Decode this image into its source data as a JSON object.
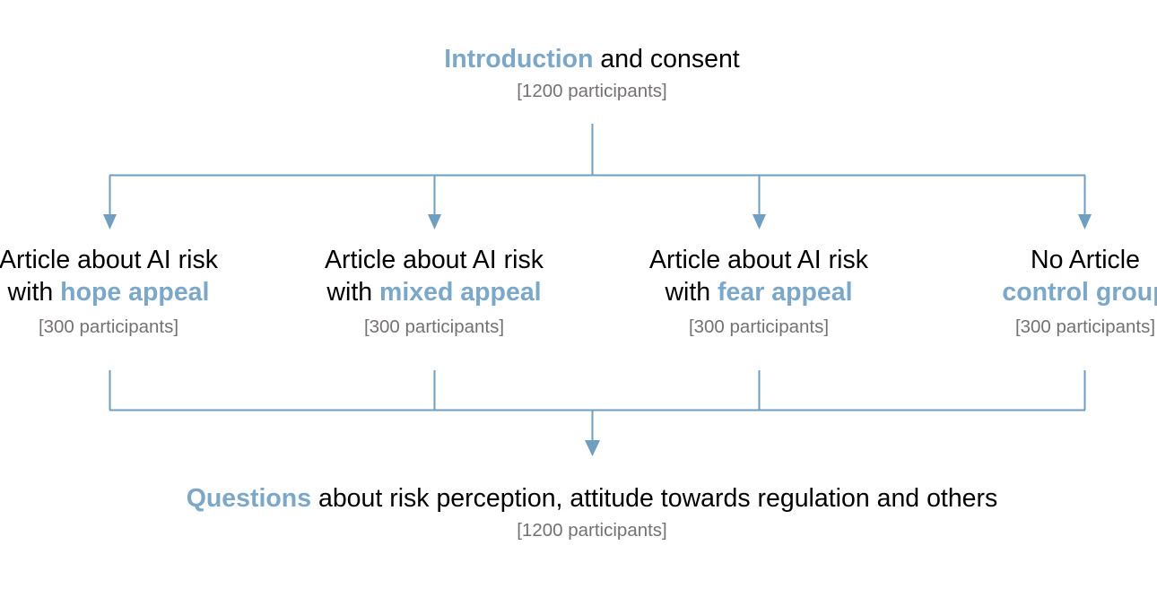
{
  "diagram": {
    "title": "Study flow: AI risk article appeal experiment",
    "accent_color": "#7BA7C8",
    "connector_color": "#6E9EC0",
    "body_color": "#000000",
    "sublabel_color": "#767171",
    "background_color": "#FFFFFF"
  },
  "intro": {
    "accent_text": "Introduction",
    "rest_text": " and consent",
    "sublabel": "[1200 participants]"
  },
  "branches": [
    {
      "line1": "Article about AI risk",
      "line2_prefix": "with ",
      "line2_accent": "hope appeal",
      "sublabel": "[300 participants]"
    },
    {
      "line1": "Article about AI risk",
      "line2_prefix": "with ",
      "line2_accent": "mixed appeal",
      "sublabel": "[300 participants]"
    },
    {
      "line1": "Article about AI risk",
      "line2_prefix": "with ",
      "line2_accent": "fear appeal",
      "sublabel": "[300 participants]"
    },
    {
      "line1": "No Article",
      "line2_prefix": "",
      "line2_accent": "control group",
      "sublabel": "[300 participants]"
    }
  ],
  "questions": {
    "accent_text": "Questions",
    "rest_text": " about risk perception, attitude towards regulation and others",
    "sublabel": "[1200 participants]"
  }
}
